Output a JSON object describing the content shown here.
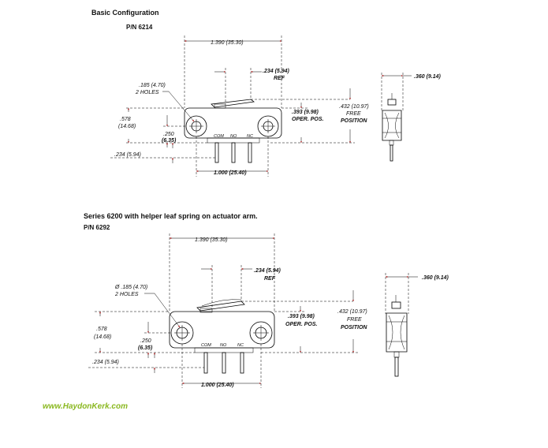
{
  "sections": [
    {
      "title": "Basic Configuration",
      "part_number": "P/N 6214",
      "dims": {
        "overall_width": "1.390 (35.30)",
        "actuator_ref_value": ".234 (5.94)",
        "actuator_ref_label": "REF",
        "holes_value": ".185 (4.70)",
        "holes_label": "2 HOLES",
        "height_total_in": ".578",
        "height_total_mm": "(14.68)",
        "hole_offset_in": ".250",
        "hole_offset_mm": "(6.35)",
        "bottom_offset": ".234 (5.94)",
        "oper_pos_value": ".393 (9.98)",
        "oper_pos_label": "OPER. POS.",
        "free_pos_value": ".432 (10.97)",
        "free_pos_label_1": "FREE",
        "free_pos_label_2": "POSITION",
        "hole_spacing": "1.000 (25.40)",
        "side_width": ".360 (9.14)"
      },
      "terminals": [
        "COM",
        "NO",
        "NC"
      ]
    },
    {
      "title": "Series 6200 with helper leaf spring on actuator arm.",
      "part_number": "P/N 6292",
      "dims": {
        "overall_width": "1.390 (35.30)",
        "actuator_ref_value": ".234 (5.94)",
        "actuator_ref_label": "REF",
        "holes_value": "Ø .185 (4.70)",
        "holes_label": "2 HOLES",
        "height_total_in": ".578",
        "height_total_mm": "(14.68)",
        "hole_offset_in": ".250",
        "hole_offset_mm": "(6.35)",
        "bottom_offset": ".234 (5.94)",
        "oper_pos_value": ".393 (9.98)",
        "oper_pos_label": "OPER. POS.",
        "free_pos_value": ".432 (10.97)",
        "free_pos_label_1": "FREE",
        "free_pos_label_2": "POSITION",
        "hole_spacing": "1.000 (25.40)",
        "side_width": ".360 (9.14)"
      },
      "terminals": [
        "COM",
        "NO",
        "NC"
      ]
    }
  ],
  "footer": {
    "link_text": "www.HaydonKerk.com"
  },
  "colors": {
    "arrow": "#b01818",
    "line": "#000000",
    "footer_link": "#8ab820"
  }
}
